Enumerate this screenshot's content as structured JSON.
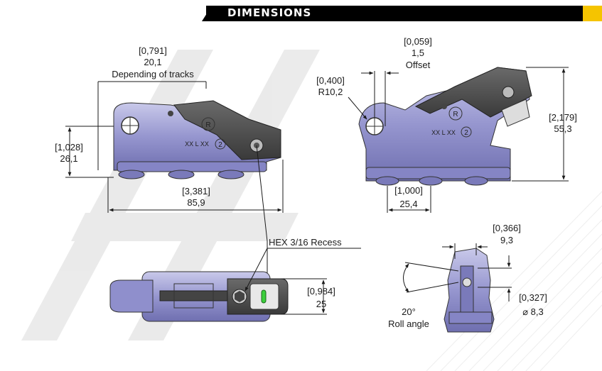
{
  "header": {
    "title": "DIMENSIONS",
    "accent_color": "#f5c400",
    "bar_color": "#000000"
  },
  "part_color": "#8f8fcc",
  "dimensions": {
    "track_depending": {
      "inch": "[0,791]",
      "mm": "20,1",
      "note": "Depending of tracks"
    },
    "height_front": {
      "inch": "[1,028]",
      "mm": "26,1"
    },
    "length": {
      "inch": "[3,381]",
      "mm": "85,9"
    },
    "offset": {
      "inch": "[0,059]",
      "mm": "1,5",
      "note": "Offset"
    },
    "radius": {
      "inch": "[0,400]",
      "mm": "R10,2"
    },
    "open_height": {
      "inch": "[2,179]",
      "mm": "55,3"
    },
    "pitch": {
      "inch": "[1,000]",
      "mm": "25,4"
    },
    "width_top": {
      "inch": "[0,984]",
      "mm": "25"
    },
    "side_width": {
      "inch": "[0,366]",
      "mm": "9,3"
    },
    "pin_diameter": {
      "inch": "[0,327]",
      "mm": "⌀ 8,3"
    },
    "roll_angle": {
      "value": "20°",
      "label": "Roll angle"
    }
  },
  "callouts": {
    "hex": "HEX 3/16 Recess"
  },
  "part_markings": {
    "model": "XX L XX",
    "circle_r": "R",
    "circle_2": "2"
  }
}
